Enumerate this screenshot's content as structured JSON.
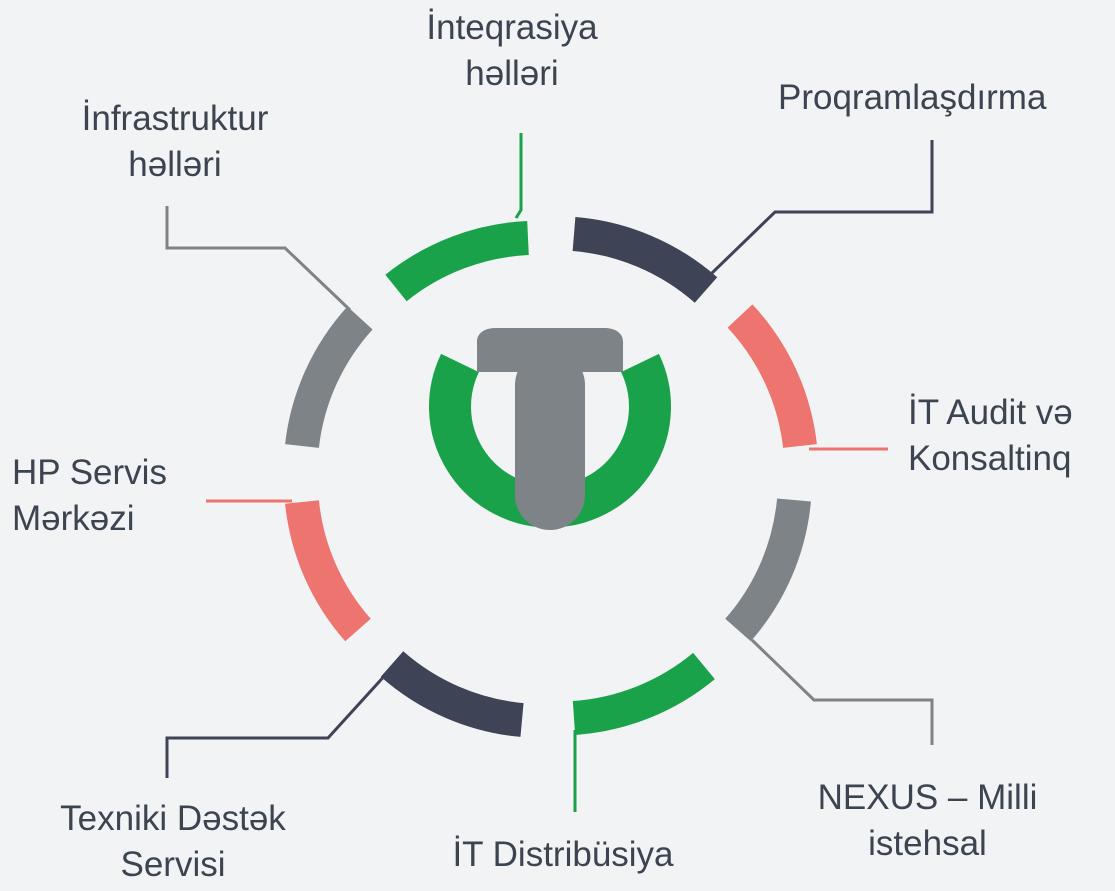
{
  "colors": {
    "background": "#f1f3f5",
    "green": "#1aa24a",
    "dark_navy": "#3f4356",
    "gray": "#7d8387",
    "coral": "#ee7470",
    "text": "#3c4450"
  },
  "labels": {
    "integration": {
      "line1": "İnteqrasiya",
      "line2": "həlləri"
    },
    "programming": {
      "line1": "Proqramlaşdırma"
    },
    "infrastructure": {
      "line1": "İnfrastruktur",
      "line2": "həlləri"
    },
    "it_audit": {
      "line1": "İT Audit və",
      "line2": "Konsaltinq"
    },
    "hp_service": {
      "line1": "HP Servis",
      "line2": "Mərkəzi"
    },
    "nexus": {
      "line1": "NEXUS – Milli",
      "line2": "istehsal"
    },
    "tech_support": {
      "line1": "Texniki Dəstək",
      "line2": "Servisi"
    },
    "it_distribution": {
      "line1": "İT Distribüsiya"
    }
  }
}
